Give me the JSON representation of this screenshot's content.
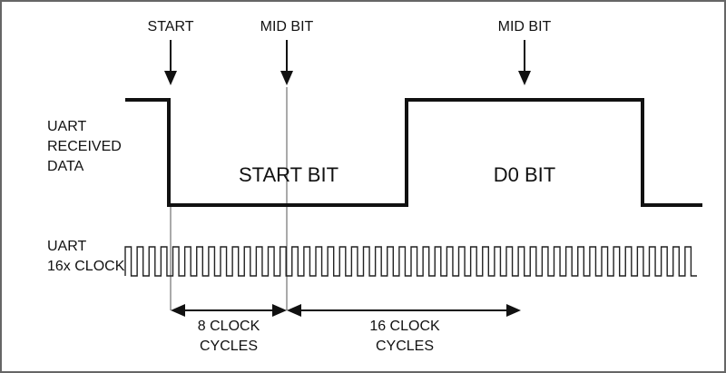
{
  "markers": {
    "start": "START",
    "mid_bit_1": "MID BIT",
    "mid_bit_2": "MID BIT"
  },
  "signals": {
    "received_data": [
      "UART",
      "RECEIVED",
      "DATA"
    ],
    "clock": [
      "UART",
      "16x CLOCK"
    ]
  },
  "bits": {
    "start_bit": "START BIT",
    "d0_bit": "D0 BIT"
  },
  "intervals": {
    "first": [
      "8 CLOCK",
      "CYCLES"
    ],
    "second": [
      "16 CLOCK",
      "CYCLES"
    ]
  },
  "clock_pulses": 48,
  "colors": {
    "line": "#111111",
    "frame": "#666666",
    "background": "#ffffff"
  }
}
